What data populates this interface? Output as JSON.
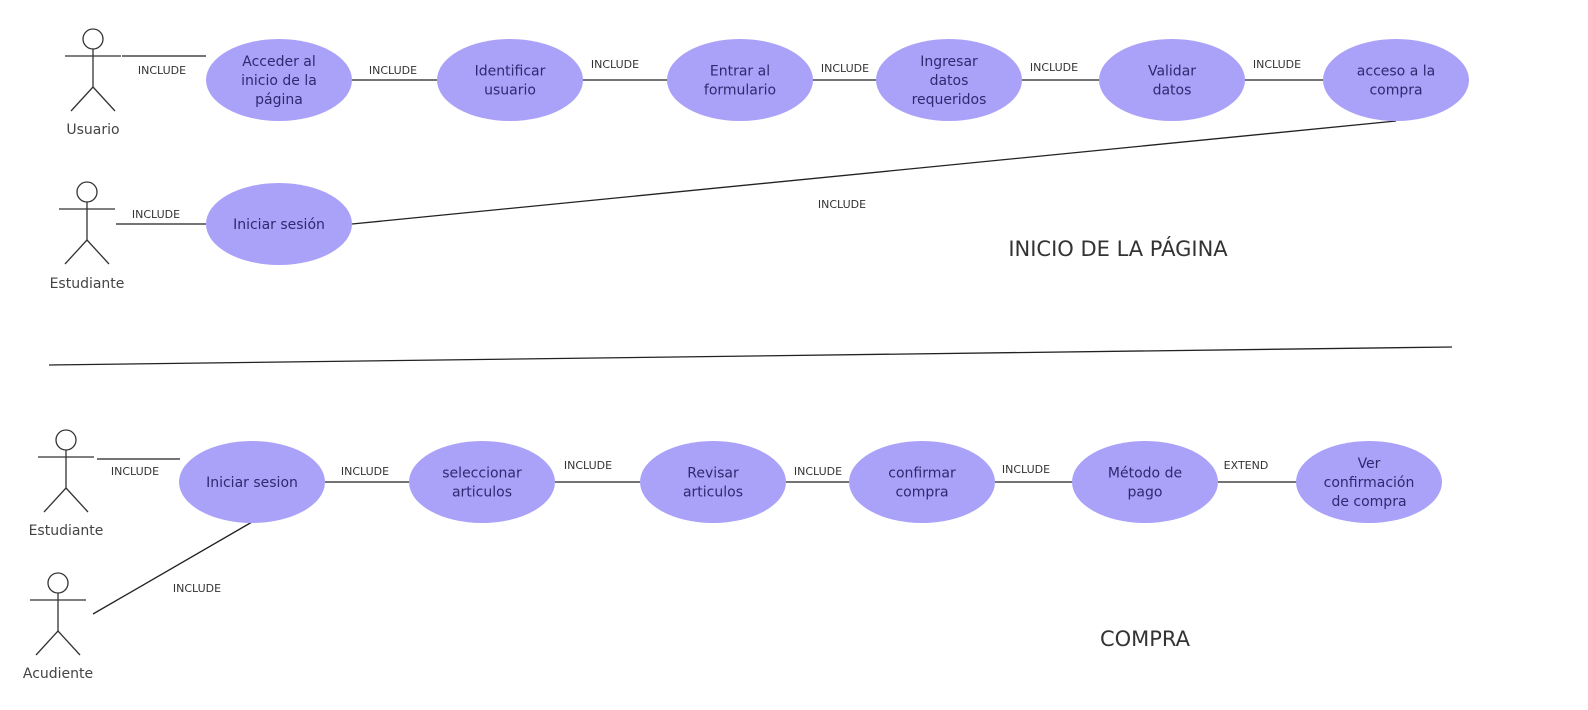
{
  "colors": {
    "usecase_fill": "#a9a2f8",
    "usecase_text": "#2d2a70",
    "line": "#222222"
  },
  "sections": [
    {
      "id": "inicio",
      "title": "INICIO DE LA PÁGINA"
    },
    {
      "id": "compra",
      "title": "COMPRA"
    }
  ],
  "actors": [
    {
      "id": "usuario",
      "name": "Usuario",
      "icon": "stick-figure-icon"
    },
    {
      "id": "estudiante1",
      "name": "Estudiante",
      "icon": "stick-figure-icon"
    },
    {
      "id": "estudiante2",
      "name": "Estudiante",
      "icon": "stick-figure-icon"
    },
    {
      "id": "acudiente",
      "name": "Acudiente",
      "icon": "stick-figure-icon"
    }
  ],
  "use_cases": [
    {
      "id": "uc1",
      "lines": [
        "Acceder al",
        "inicio de la",
        "página"
      ]
    },
    {
      "id": "uc2",
      "lines": [
        "Identificar",
        "usuario"
      ]
    },
    {
      "id": "uc3",
      "lines": [
        "Entrar al",
        "formulario"
      ]
    },
    {
      "id": "uc4",
      "lines": [
        "Ingresar",
        "datos",
        "requeridos"
      ]
    },
    {
      "id": "uc5",
      "lines": [
        "Validar",
        "datos"
      ]
    },
    {
      "id": "uc6",
      "lines": [
        "acceso a la",
        "compra"
      ]
    },
    {
      "id": "uc7",
      "lines": [
        "Iniciar sesión"
      ]
    },
    {
      "id": "uc8",
      "lines": [
        "Iniciar sesion"
      ]
    },
    {
      "id": "uc9",
      "lines": [
        "seleccionar",
        "articulos"
      ]
    },
    {
      "id": "uc10",
      "lines": [
        "Revisar",
        "articulos"
      ]
    },
    {
      "id": "uc11",
      "lines": [
        "confirmar",
        "compra"
      ]
    },
    {
      "id": "uc12",
      "lines": [
        "Método de",
        "pago"
      ]
    },
    {
      "id": "uc13",
      "lines": [
        "Ver",
        "confirmación",
        "de compra"
      ]
    }
  ],
  "relations": [
    {
      "from": "usuario",
      "to": "uc1",
      "label": "INCLUDE"
    },
    {
      "from": "uc1",
      "to": "uc2",
      "label": "INCLUDE"
    },
    {
      "from": "uc2",
      "to": "uc3",
      "label": "INCLUDE"
    },
    {
      "from": "uc3",
      "to": "uc4",
      "label": "INCLUDE"
    },
    {
      "from": "uc4",
      "to": "uc5",
      "label": "INCLUDE"
    },
    {
      "from": "uc5",
      "to": "uc6",
      "label": "INCLUDE"
    },
    {
      "from": "estudiante1",
      "to": "uc7",
      "label": "INCLUDE"
    },
    {
      "from": "uc7",
      "to": "uc6",
      "label": "INCLUDE"
    },
    {
      "from": "estudiante2",
      "to": "uc8",
      "label": "INCLUDE"
    },
    {
      "from": "acudiente",
      "to": "uc8",
      "label": "INCLUDE"
    },
    {
      "from": "uc8",
      "to": "uc9",
      "label": "INCLUDE"
    },
    {
      "from": "uc9",
      "to": "uc10",
      "label": "INCLUDE"
    },
    {
      "from": "uc10",
      "to": "uc11",
      "label": "INCLUDE"
    },
    {
      "from": "uc11",
      "to": "uc12",
      "label": "INCLUDE"
    },
    {
      "from": "uc12",
      "to": "uc13",
      "label": "EXTEND"
    }
  ]
}
